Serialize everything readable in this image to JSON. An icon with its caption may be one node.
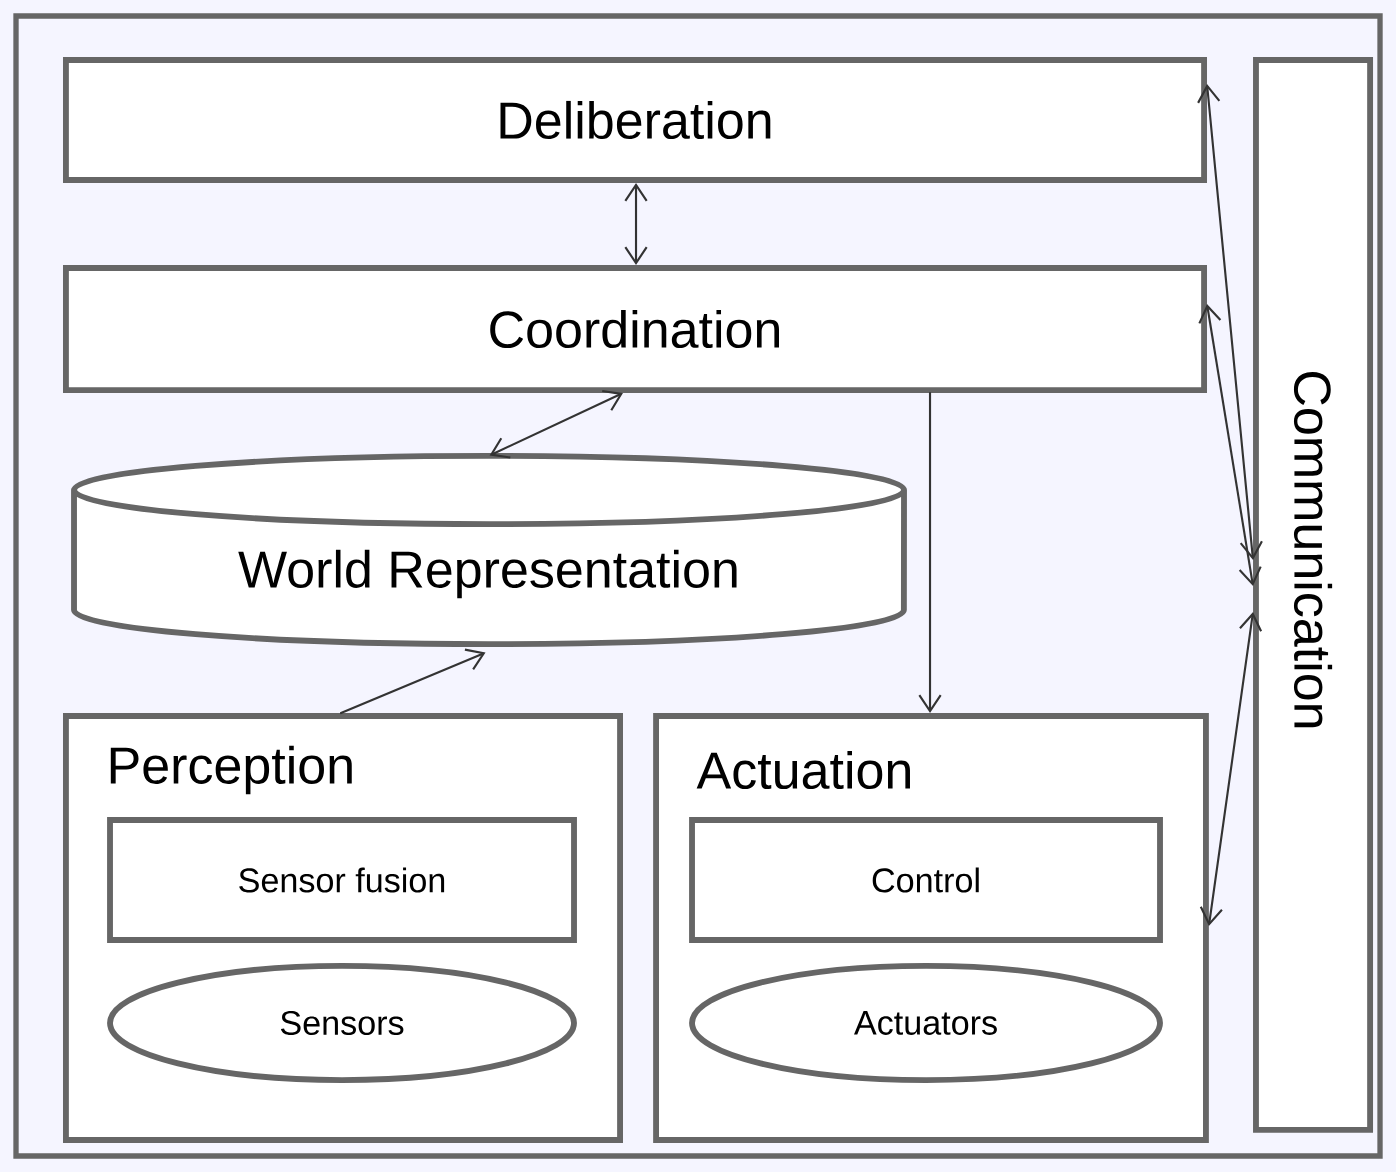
{
  "diagram": {
    "nodes": [
      {
        "text": [
          "Deliberation"
        ]
      },
      {
        "text": [
          "Coordination"
        ]
      },
      {
        "text": [
          "World Representation"
        ]
      },
      {
        "text": [
          "Perception"
        ]
      },
      {
        "text": [
          "Sensor fusion"
        ],
        "in": 3
      },
      {
        "text": [
          "Sensors"
        ],
        "in": 3
      },
      {
        "text": [
          "Actuation"
        ]
      },
      {
        "text": [
          "Control"
        ],
        "in": 6
      },
      {
        "text": [
          "Actuators"
        ],
        "in": 6
      },
      {
        "text": [
          "Communication"
        ]
      }
    ],
    "edges": [
      {
        "from": 0,
        "to": 1,
        "arrow": "both"
      },
      {
        "from": 1,
        "to": 2,
        "arrow": "both"
      },
      {
        "from": 3,
        "to": 2,
        "arrow": "to"
      },
      {
        "from": 1,
        "to": 6,
        "arrow": "to"
      },
      {
        "from": 9,
        "to": 0,
        "arrow": "both"
      },
      {
        "from": 9,
        "to": 1,
        "arrow": "both"
      },
      {
        "from": 9,
        "to": 6,
        "arrow": "both"
      }
    ]
  }
}
